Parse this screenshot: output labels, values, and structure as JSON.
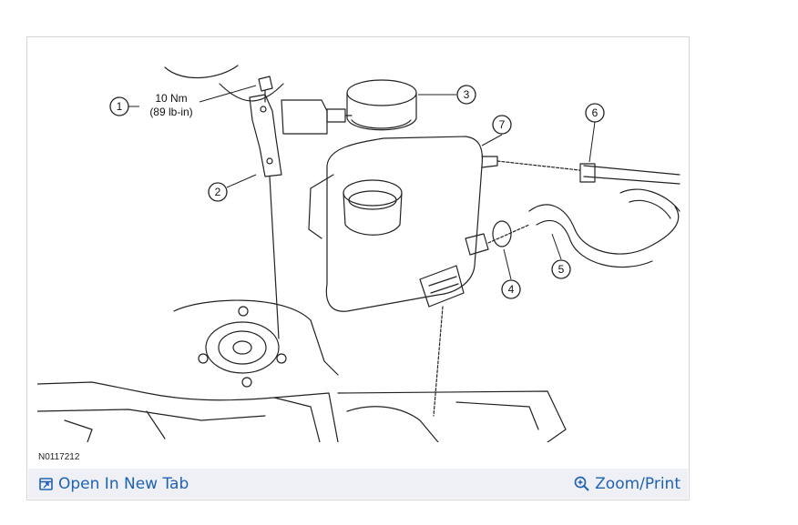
{
  "figure": {
    "id_label": "N0117212",
    "torque_spec": [
      "10 Nm",
      "(89 lb-in)"
    ],
    "callouts": [
      "1",
      "2",
      "3",
      "4",
      "5",
      "6",
      "7"
    ]
  },
  "toolbar": {
    "open_label": "Open In New Tab",
    "open_icon": "open-new-tab-icon",
    "zoom_label": "Zoom/Print",
    "zoom_icon": "zoom-in-icon",
    "link_color": "#1f62b4"
  }
}
